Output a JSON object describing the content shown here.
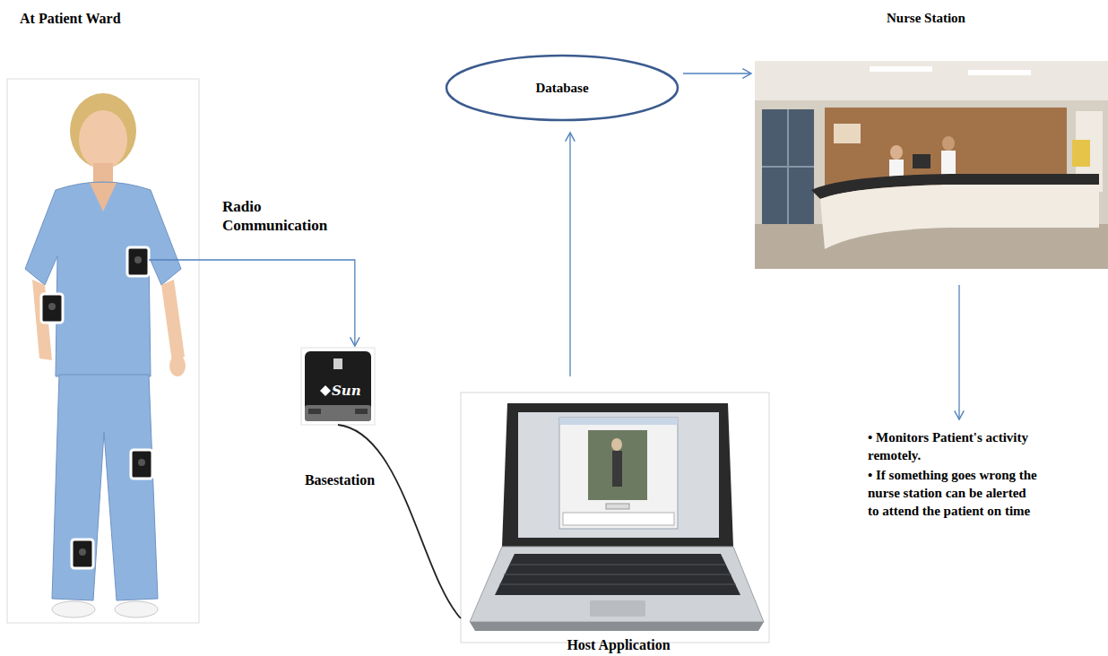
{
  "diagram": {
    "nodes": [
      {
        "text": [
          "At Patient Ward"
        ]
      },
      {
        "text": [
          "Basestation"
        ]
      },
      {
        "text": [
          "Database"
        ]
      },
      {
        "text": [
          "Host Application"
        ]
      },
      {
        "text": [
          "Nurse Station"
        ]
      },
      {
        "text": [
          "• Monitors Patient's activity remotely.",
          "• If something goes wrong the nurse station can be alerted to attend the patient on time"
        ]
      }
    ],
    "edges": [
      {
        "from": 0,
        "to": 1,
        "arrow": "to",
        "label": "Radio Communication"
      },
      {
        "from": 1,
        "to": 3,
        "arrow": "none"
      },
      {
        "from": 3,
        "to": 2,
        "arrow": "to"
      },
      {
        "from": 2,
        "to": 4,
        "arrow": "to"
      },
      {
        "from": 4,
        "to": 5,
        "arrow": "to"
      }
    ],
    "labels": [
      "Sun"
    ]
  }
}
